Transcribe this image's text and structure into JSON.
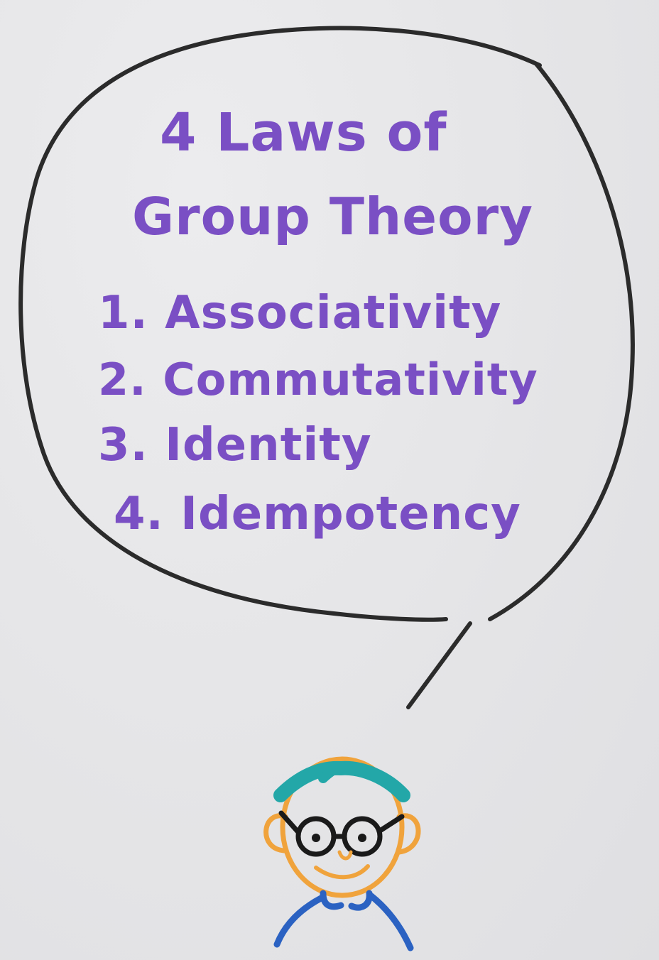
{
  "note": {
    "title_line1": "4 Laws of",
    "title_line2": "Group Theory",
    "items": [
      "1. Associativity",
      "2. Commutativity",
      "3. Identity",
      "4. Idempotency"
    ]
  },
  "colors": {
    "marker_purple": "#7a4fc4",
    "outline_black": "#2b2b2b",
    "hair_teal": "#23a7a8",
    "skin_orange": "#f0a33c",
    "shirt_blue": "#2b62c2",
    "board": "#e4e4e6"
  }
}
